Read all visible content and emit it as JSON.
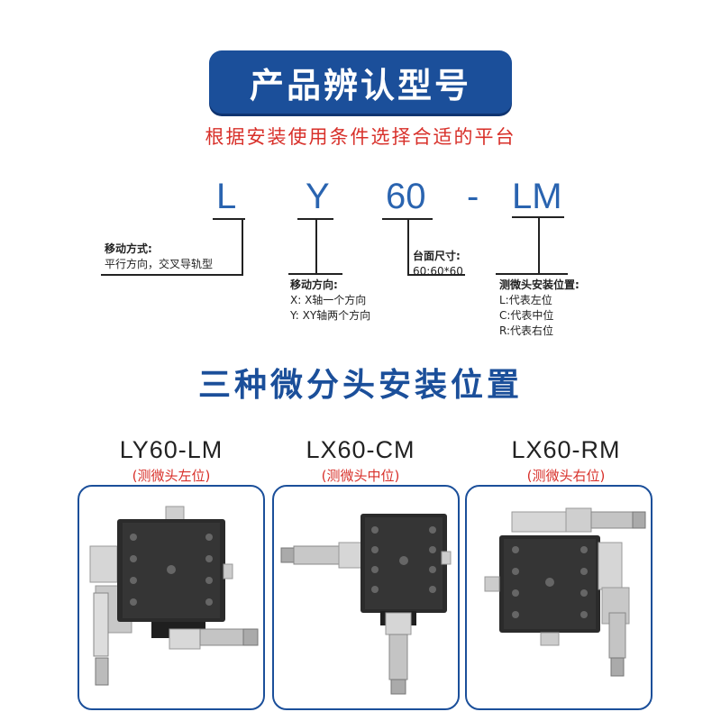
{
  "banner": {
    "title": "产品辨认型号"
  },
  "subtitle": "根据安装使用条件选择合适的平台",
  "code": {
    "p1": "L",
    "p2": "Y",
    "p3": "60",
    "dash": "-",
    "p4": "LM"
  },
  "descriptions": {
    "movement": {
      "title": "移动方式:",
      "lines": [
        "平行方向，交叉导轨型"
      ]
    },
    "direction": {
      "title": "移动方向:",
      "lines": [
        "X:  X轴一个方向",
        "Y:  XY轴两个方向"
      ]
    },
    "size": {
      "title": "台面尺寸:",
      "lines": [
        "60:60*60"
      ]
    },
    "position": {
      "title": "测微头安装位置:",
      "lines": [
        "L:代表左位",
        "C:代表中位",
        "R:代表右位"
      ]
    }
  },
  "section2_title": "三种微分头安装位置",
  "models": [
    {
      "name": "LY60-LM",
      "position": "(测微头左位)"
    },
    {
      "name": "LX60-CM",
      "position": "(测微头中位)"
    },
    {
      "name": "LX60-RM",
      "position": "(测微头右位)"
    }
  ],
  "colors": {
    "brand_blue": "#1b4f9a",
    "code_blue": "#2a64b0",
    "accent_red": "#d8302a"
  }
}
